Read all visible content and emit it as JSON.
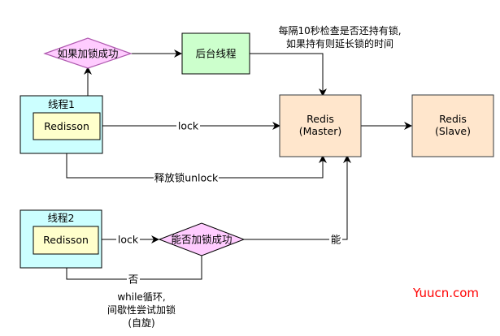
{
  "nodes": {
    "thread1_container": "线程1",
    "thread1_redisson": "Redisson",
    "thread2_container": "线程2",
    "thread2_redisson": "Redisson",
    "decision_top": "如果加锁成功",
    "background_thread": "后台线程",
    "redis_master_line1": "Redis",
    "redis_master_line2": "(Master)",
    "redis_slave_line1": "Redis",
    "redis_slave_line2": "(Slave)",
    "decision_bottom": "能否加锁成功"
  },
  "annotations": {
    "watchdog_line1": "每隔10秒检查是否还持有锁,",
    "watchdog_line2": "如果持有则延长锁的时间"
  },
  "edges": {
    "lock_top": "lock",
    "unlock": "释放锁unlock",
    "lock_bottom": "lock",
    "can": "能",
    "cannot": "否",
    "retry_line1": "while循环,",
    "retry_line2": "间歇性尝试加锁",
    "retry_line3": "(自旋)"
  },
  "watermark": "Yuucn.com",
  "colors": {
    "thread_fill": "#ccffff",
    "redisson_fill": "#ffffcc",
    "decision_fill": "#ffccff",
    "decision_stroke": "#b05ab0",
    "background_fill": "#ccffcc",
    "redis_fill": "#ffe6cc",
    "redis_stroke": "#36393d",
    "watermark": "#ff0000"
  }
}
